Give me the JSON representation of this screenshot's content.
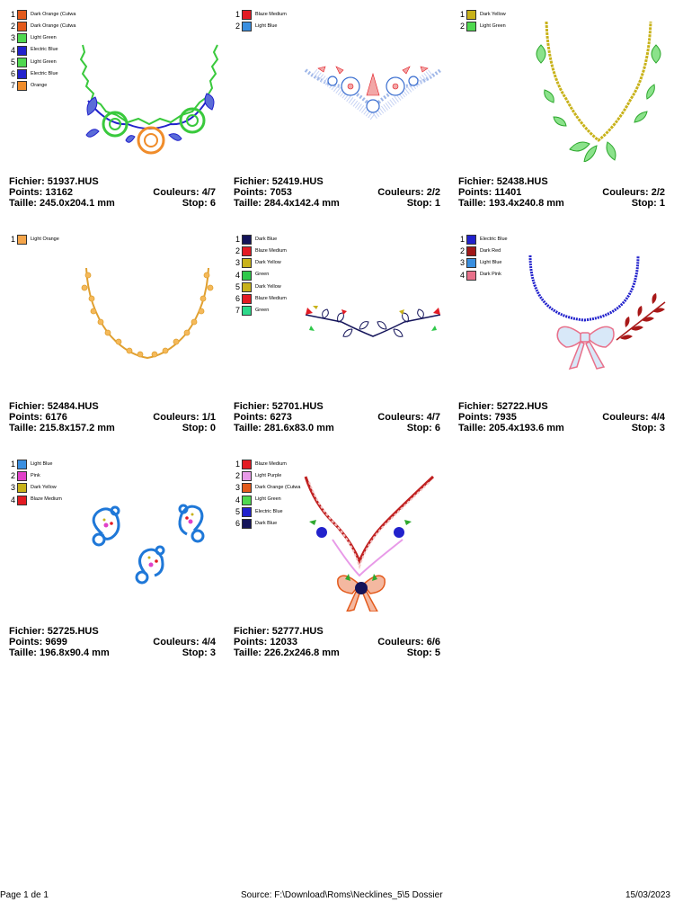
{
  "labels": {
    "fichier": "Fichier:",
    "points": "Points:",
    "taille": "Taille:",
    "couleurs": "Couleurs:",
    "stop": "Stop:"
  },
  "designs": [
    {
      "file": "51937.HUS",
      "points": "13162",
      "size": "245.0x204.1 mm",
      "colors": "4/7",
      "stop": "6",
      "palette": [
        {
          "n": "1",
          "name": "Dark Orange (Cutwa",
          "color": "#e35a1c"
        },
        {
          "n": "2",
          "name": "Dark Orange (Cutwa",
          "color": "#e35a1c"
        },
        {
          "n": "3",
          "name": "Light Green",
          "color": "#4fd84f"
        },
        {
          "n": "4",
          "name": "Electric Blue",
          "color": "#2222cc"
        },
        {
          "n": "5",
          "name": "Light Green",
          "color": "#4fd84f"
        },
        {
          "n": "6",
          "name": "Electric Blue",
          "color": "#2222cc"
        },
        {
          "n": "7",
          "name": "Orange",
          "color": "#f08c2a"
        }
      ]
    },
    {
      "file": "52419.HUS",
      "points": "7053",
      "size": "284.4x142.4 mm",
      "colors": "2/2",
      "stop": "1",
      "palette": [
        {
          "n": "1",
          "name": "Blaze Medium",
          "color": "#e31b23"
        },
        {
          "n": "2",
          "name": "Light Blue",
          "color": "#3a8fe0"
        }
      ]
    },
    {
      "file": "52438.HUS",
      "points": "11401",
      "size": "193.4x240.8 mm",
      "colors": "2/2",
      "stop": "1",
      "palette": [
        {
          "n": "1",
          "name": "Dark Yellow",
          "color": "#c8b21a"
        },
        {
          "n": "2",
          "name": "Light Green",
          "color": "#4fd84f"
        }
      ]
    },
    {
      "file": "52484.HUS",
      "points": "6176",
      "size": "215.8x157.2 mm",
      "colors": "1/1",
      "stop": "0",
      "palette": [
        {
          "n": "1",
          "name": "Light Orange",
          "color": "#f5a54a"
        }
      ]
    },
    {
      "file": "52701.HUS",
      "points": "6273",
      "size": "281.6x83.0 mm",
      "colors": "4/7",
      "stop": "6",
      "palette": [
        {
          "n": "1",
          "name": "Dark Blue",
          "color": "#14145a"
        },
        {
          "n": "2",
          "name": "Blaze Medium",
          "color": "#e31b23"
        },
        {
          "n": "3",
          "name": "Dark Yellow",
          "color": "#c8b21a"
        },
        {
          "n": "4",
          "name": "Green",
          "color": "#2ec84a"
        },
        {
          "n": "5",
          "name": "Dark Yellow",
          "color": "#c8b21a"
        },
        {
          "n": "6",
          "name": "Blaze Medium",
          "color": "#e31b23"
        },
        {
          "n": "7",
          "name": "Green",
          "color": "#2ed88a"
        }
      ]
    },
    {
      "file": "52722.HUS",
      "points": "7935",
      "size": "205.4x193.6 mm",
      "colors": "4/4",
      "stop": "3",
      "palette": [
        {
          "n": "1",
          "name": "Electric Blue",
          "color": "#2222cc"
        },
        {
          "n": "2",
          "name": "Dark Red",
          "color": "#a01818"
        },
        {
          "n": "3",
          "name": "Light Blue",
          "color": "#3a8fe0"
        },
        {
          "n": "4",
          "name": "Dark Pink",
          "color": "#e8708a"
        }
      ]
    },
    {
      "file": "52725.HUS",
      "points": "9699",
      "size": "196.8x90.4 mm",
      "colors": "4/4",
      "stop": "3",
      "palette": [
        {
          "n": "1",
          "name": "Light Blue",
          "color": "#3a8fe0"
        },
        {
          "n": "2",
          "name": "Pink",
          "color": "#e040c8"
        },
        {
          "n": "3",
          "name": "Dark Yellow",
          "color": "#c8b21a"
        },
        {
          "n": "4",
          "name": "Blaze Medium",
          "color": "#e31b23"
        }
      ]
    },
    {
      "file": "52777.HUS",
      "points": "12033",
      "size": "226.2x246.8 mm",
      "colors": "6/6",
      "stop": "5",
      "palette": [
        {
          "n": "1",
          "name": "Blaze Medium",
          "color": "#e31b23"
        },
        {
          "n": "2",
          "name": "Light Purple",
          "color": "#e89ae8"
        },
        {
          "n": "3",
          "name": "Dark Orange (Cutwa",
          "color": "#e35a1c"
        },
        {
          "n": "4",
          "name": "Light Green",
          "color": "#4fd84f"
        },
        {
          "n": "5",
          "name": "Electric Blue",
          "color": "#2222cc"
        },
        {
          "n": "6",
          "name": "Dark Blue",
          "color": "#14145a"
        }
      ]
    }
  ],
  "footer": {
    "page": "Page 1 de 1",
    "source": "Source: F:\\Download\\Roms\\Necklines_5\\5 Dossier",
    "date": "15/03/2023"
  }
}
